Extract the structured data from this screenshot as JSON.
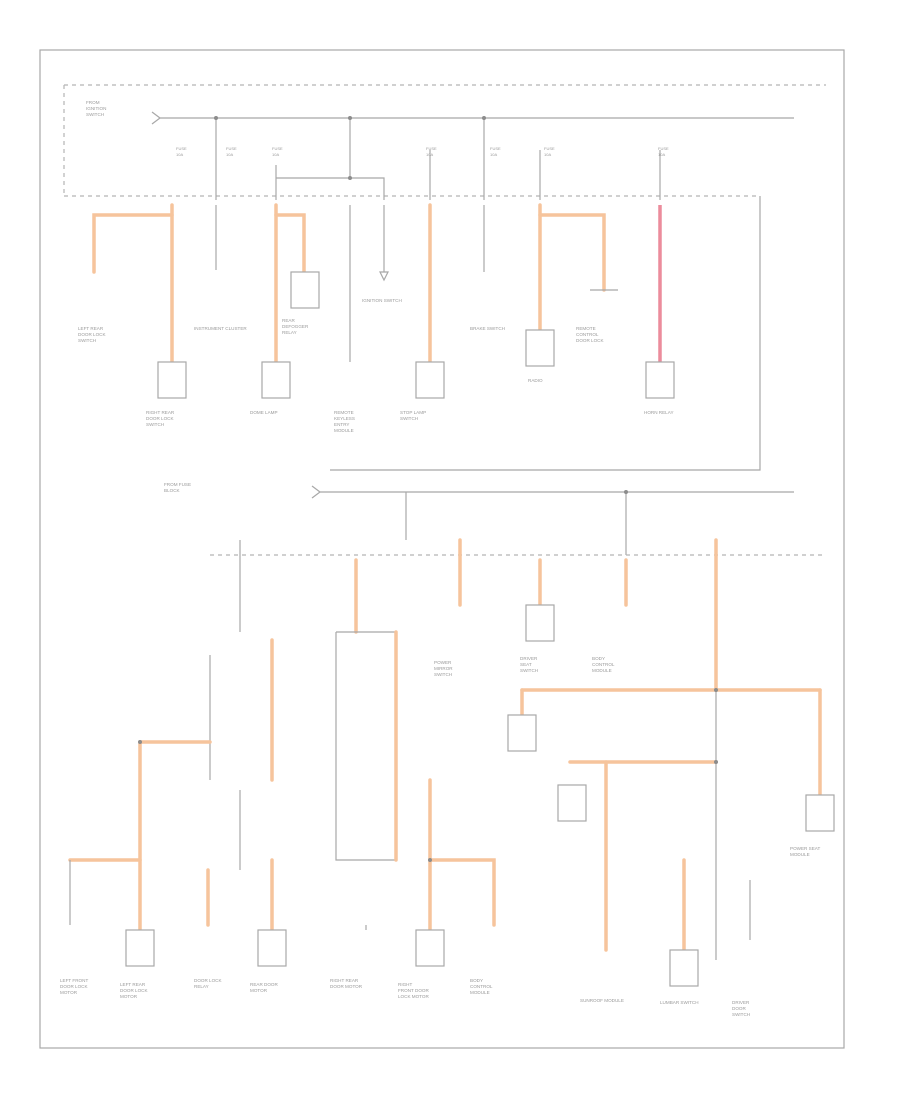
{
  "diagram": {
    "title": "Power Distribution Wiring Diagram (2 of 2)",
    "footer": "",
    "colors": {
      "wire_feed": "#f6c49c",
      "wire_battery": "#ec8c9c",
      "line": "#a8a8a8",
      "background": "#ffffff"
    },
    "top_section": {
      "source_label": "FROM IGNITION SWITCH",
      "fuses": [
        "",
        "",
        "",
        "",
        "",
        "",
        "",
        ""
      ],
      "components": [
        "LEFT REAR DOOR LOCK SWITCH",
        "RIGHT REAR DOOR LOCK SWITCH",
        "INSTRUMENT CLUSTER",
        "REAR DEFOGGER RELAY",
        "DOME LAMP",
        "REMOTE KEYLESS ENTRY MODULE",
        "IGNITION SWITCH",
        "STOP LAMP SWITCH",
        "BRAKE SWITCH",
        "RADIO",
        "REMOTE CONTROL DOOR LOCK",
        "HORN RELAY"
      ]
    },
    "bottom_section": {
      "source_label": "FROM FUSE BLOCK",
      "components": [
        "LEFT FRONT DOOR LOCK MOTOR",
        "LEFT REAR DOOR LOCK MOTOR",
        "DOOR LOCK RELAY",
        "REAR DOOR MOTOR",
        "RIGHT REAR DOOR MOTOR",
        "RIGHT FRONT DOOR LOCK MOTOR",
        "BODY CONTROL MODULE",
        "POWER MIRROR SWITCH",
        "DRIVER SEAT SWITCH",
        "BODY CONTROL MODULE",
        "SUNROOF MODULE",
        "LUMBAR SWITCH",
        "DRIVER DOOR SWITCH",
        "POWER SEAT MODULE"
      ]
    }
  }
}
